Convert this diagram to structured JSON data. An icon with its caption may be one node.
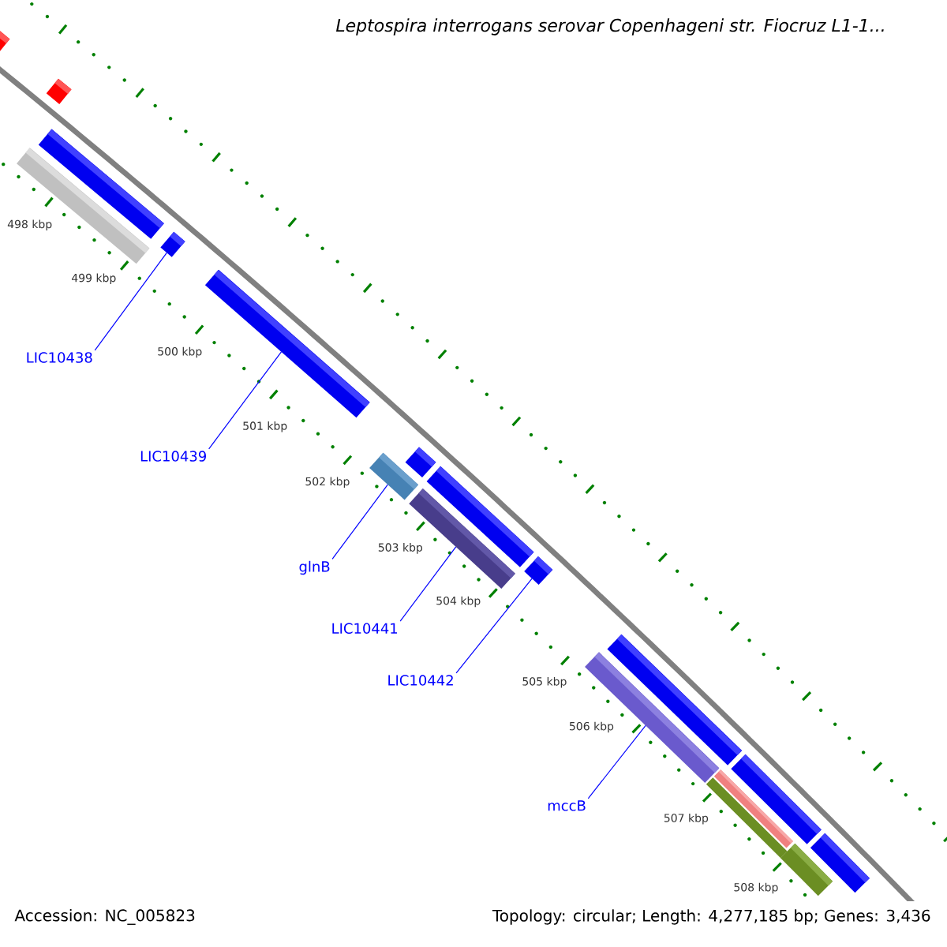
{
  "diagram": {
    "title": "Leptospira interrogans serovar Copenhageni str. Fiocruz L1-1...",
    "nodes": [
      {
        "text": [],
        "shape": "bar"
      },
      {
        "text": [],
        "shape": "bar"
      },
      {
        "text": [],
        "shape": "bar"
      },
      {
        "text": [],
        "shape": "bar"
      },
      {
        "text": [],
        "shape": "bar"
      },
      {
        "text": [],
        "shape": "bar"
      },
      {
        "text": [],
        "shape": "bar"
      },
      {
        "text": [],
        "shape": "bar"
      },
      {
        "text": [],
        "shape": "bar"
      },
      {
        "text": [],
        "shape": "bar"
      },
      {
        "text": [],
        "shape": "bar"
      },
      {
        "text": [],
        "shape": "bar"
      },
      {
        "text": [],
        "shape": "bar"
      },
      {
        "text": [],
        "shape": "bar"
      },
      {
        "text": [],
        "shape": "bar"
      },
      {
        "text": [],
        "shape": "bar"
      },
      {
        "text": [],
        "shape": "bar"
      },
      {
        "text": [
          "LIC10438"
        ]
      },
      {
        "text": [
          "LIC10439"
        ]
      },
      {
        "text": [
          "glnB"
        ]
      },
      {
        "text": [
          "LIC10441"
        ]
      },
      {
        "text": [
          "LIC10442"
        ]
      },
      {
        "text": [
          "mccB"
        ]
      }
    ],
    "edges": [
      {
        "from": 17,
        "to": 4,
        "arrow": "none"
      },
      {
        "from": 18,
        "to": 5,
        "arrow": "none"
      },
      {
        "from": 19,
        "to": 6,
        "arrow": "none"
      },
      {
        "from": 20,
        "to": 9,
        "arrow": "none"
      },
      {
        "from": 21,
        "to": 10,
        "arrow": "none"
      },
      {
        "from": 22,
        "to": 11,
        "arrow": "none"
      }
    ],
    "labels": [
      "498 kbp",
      "499 kbp",
      "500 kbp",
      "501 kbp",
      "502 kbp",
      "503 kbp",
      "504 kbp",
      "505 kbp",
      "506 kbp",
      "507 kbp",
      "508 kbp",
      "Accession: NC_005823",
      "Topology: circular; Length: 4,277,185 bp; Genes: 3,436"
    ]
  }
}
